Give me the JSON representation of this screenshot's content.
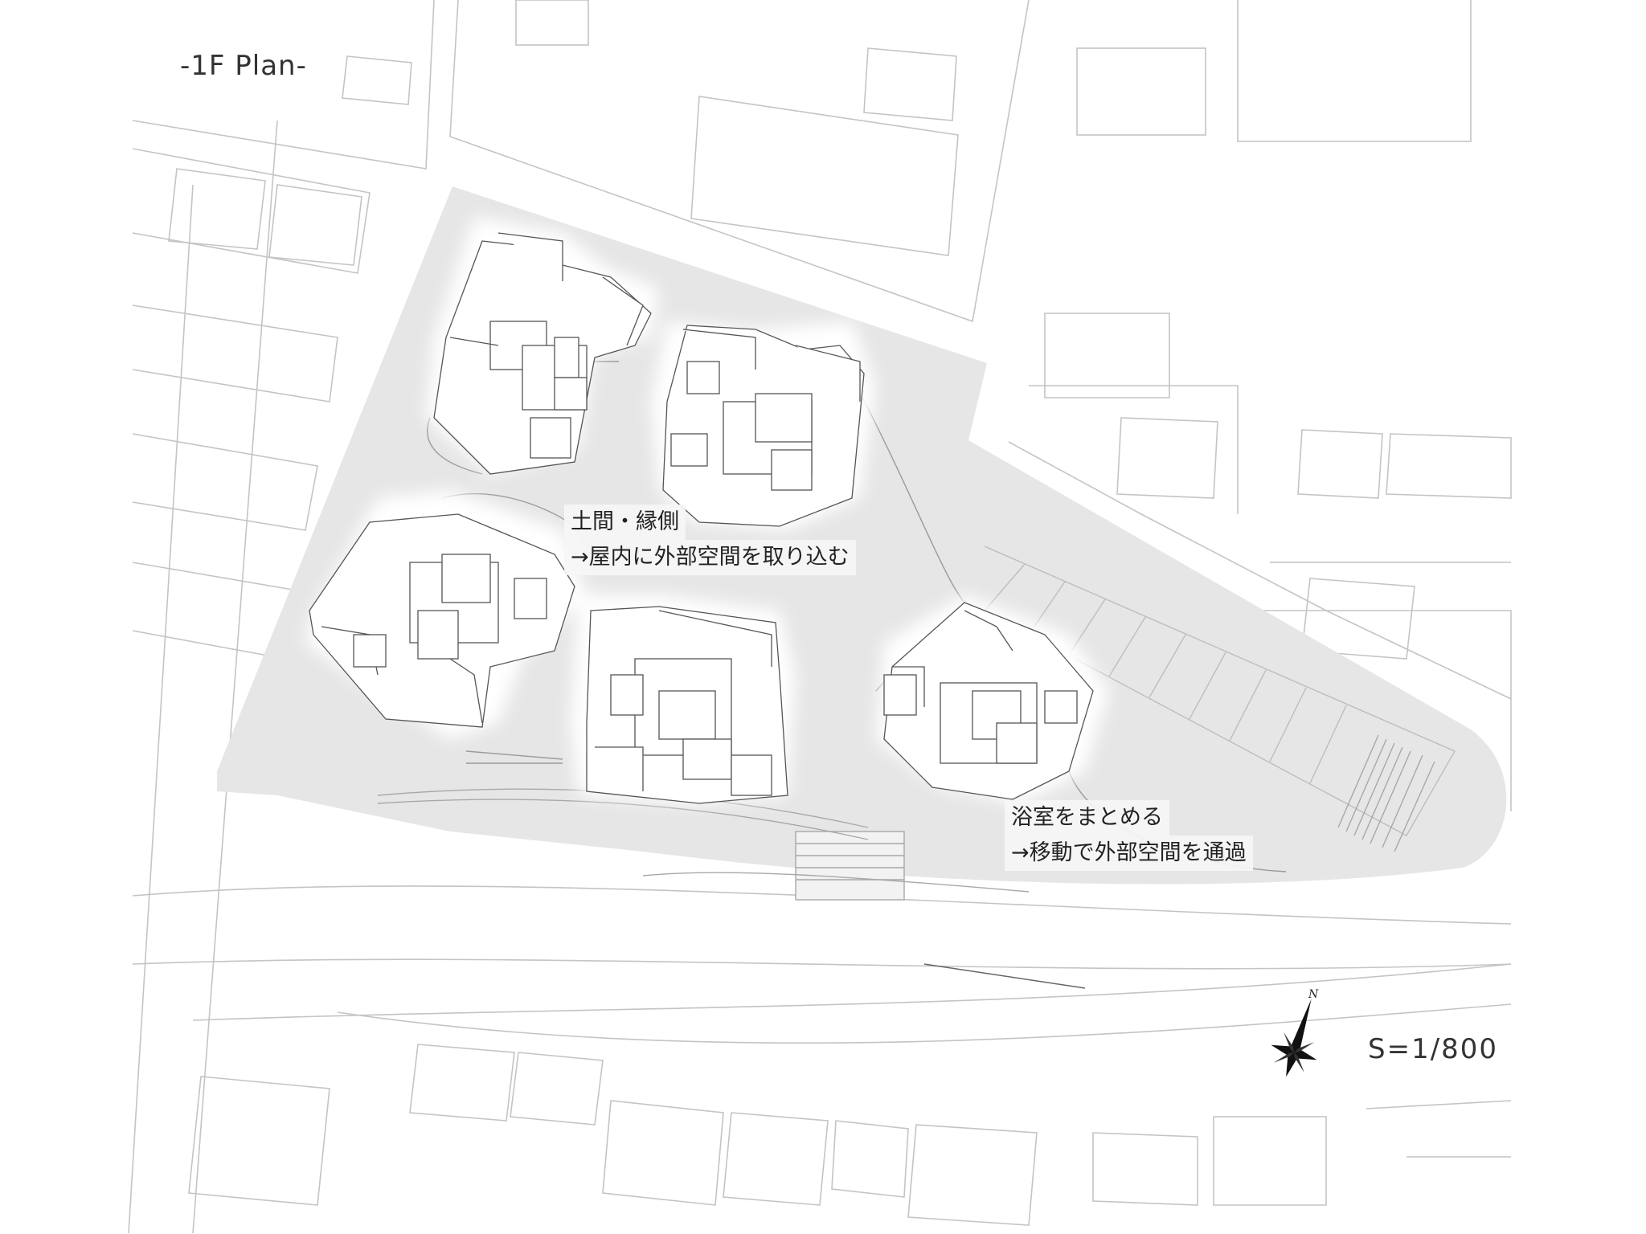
{
  "title": "-1F Plan-",
  "annotations": {
    "doma": {
      "line1": "土間・縁側",
      "line2": "→屋内に外部空間を取り込む"
    },
    "bath": {
      "line1": "浴室をまとめる",
      "line2": "→移動で外部空間を通過"
    }
  },
  "scale": "S=1/800",
  "north_label": "N",
  "icons": {
    "north_arrow": "compass-star-icon"
  },
  "colors": {
    "site_fill": "#e6e6e6",
    "building_fill": "#ffffff",
    "line": "#b5b5b5",
    "plan_line": "#555555"
  }
}
